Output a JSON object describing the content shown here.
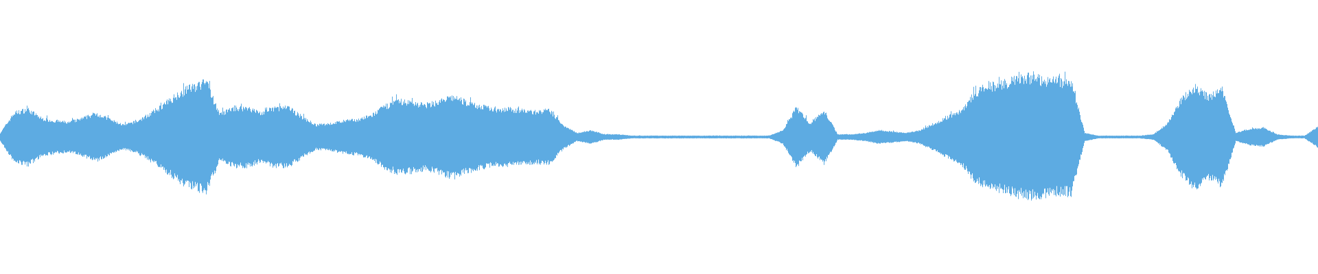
{
  "chart_data": {
    "type": "area",
    "description_kind": "audio-waveform",
    "color": "#5DABE2",
    "background": "#FFFFFF",
    "ylim": [
      -1,
      1
    ],
    "grid": false,
    "legend": "none",
    "amplitude_envelope": [
      0.03,
      0.18,
      0.21,
      0.14,
      0.12,
      0.11,
      0.14,
      0.18,
      0.13,
      0.09,
      0.12,
      0.18,
      0.25,
      0.33,
      0.38,
      0.41,
      0.17,
      0.22,
      0.22,
      0.18,
      0.22,
      0.22,
      0.15,
      0.09,
      0.1,
      0.12,
      0.13,
      0.16,
      0.23,
      0.27,
      0.26,
      0.24,
      0.27,
      0.3,
      0.26,
      0.23,
      0.21,
      0.21,
      0.2,
      0.19,
      0.2,
      0.09,
      0.03,
      0.05,
      0.02,
      0.02,
      0.01,
      0.01,
      0.01,
      0.01,
      0.01,
      0.01,
      0.01,
      0.01,
      0.01,
      0.01,
      0.01,
      0.05,
      0.22,
      0.1,
      0.2,
      0.02,
      0.02,
      0.03,
      0.05,
      0.04,
      0.03,
      0.05,
      0.1,
      0.15,
      0.2,
      0.33,
      0.38,
      0.4,
      0.43,
      0.45,
      0.43,
      0.42,
      0.42,
      0.03,
      0.01,
      0.01,
      0.01,
      0.01,
      0.02,
      0.1,
      0.28,
      0.38,
      0.3,
      0.36,
      0.03,
      0.06,
      0.07,
      0.02,
      0.01,
      0.01,
      0.08
    ]
  }
}
